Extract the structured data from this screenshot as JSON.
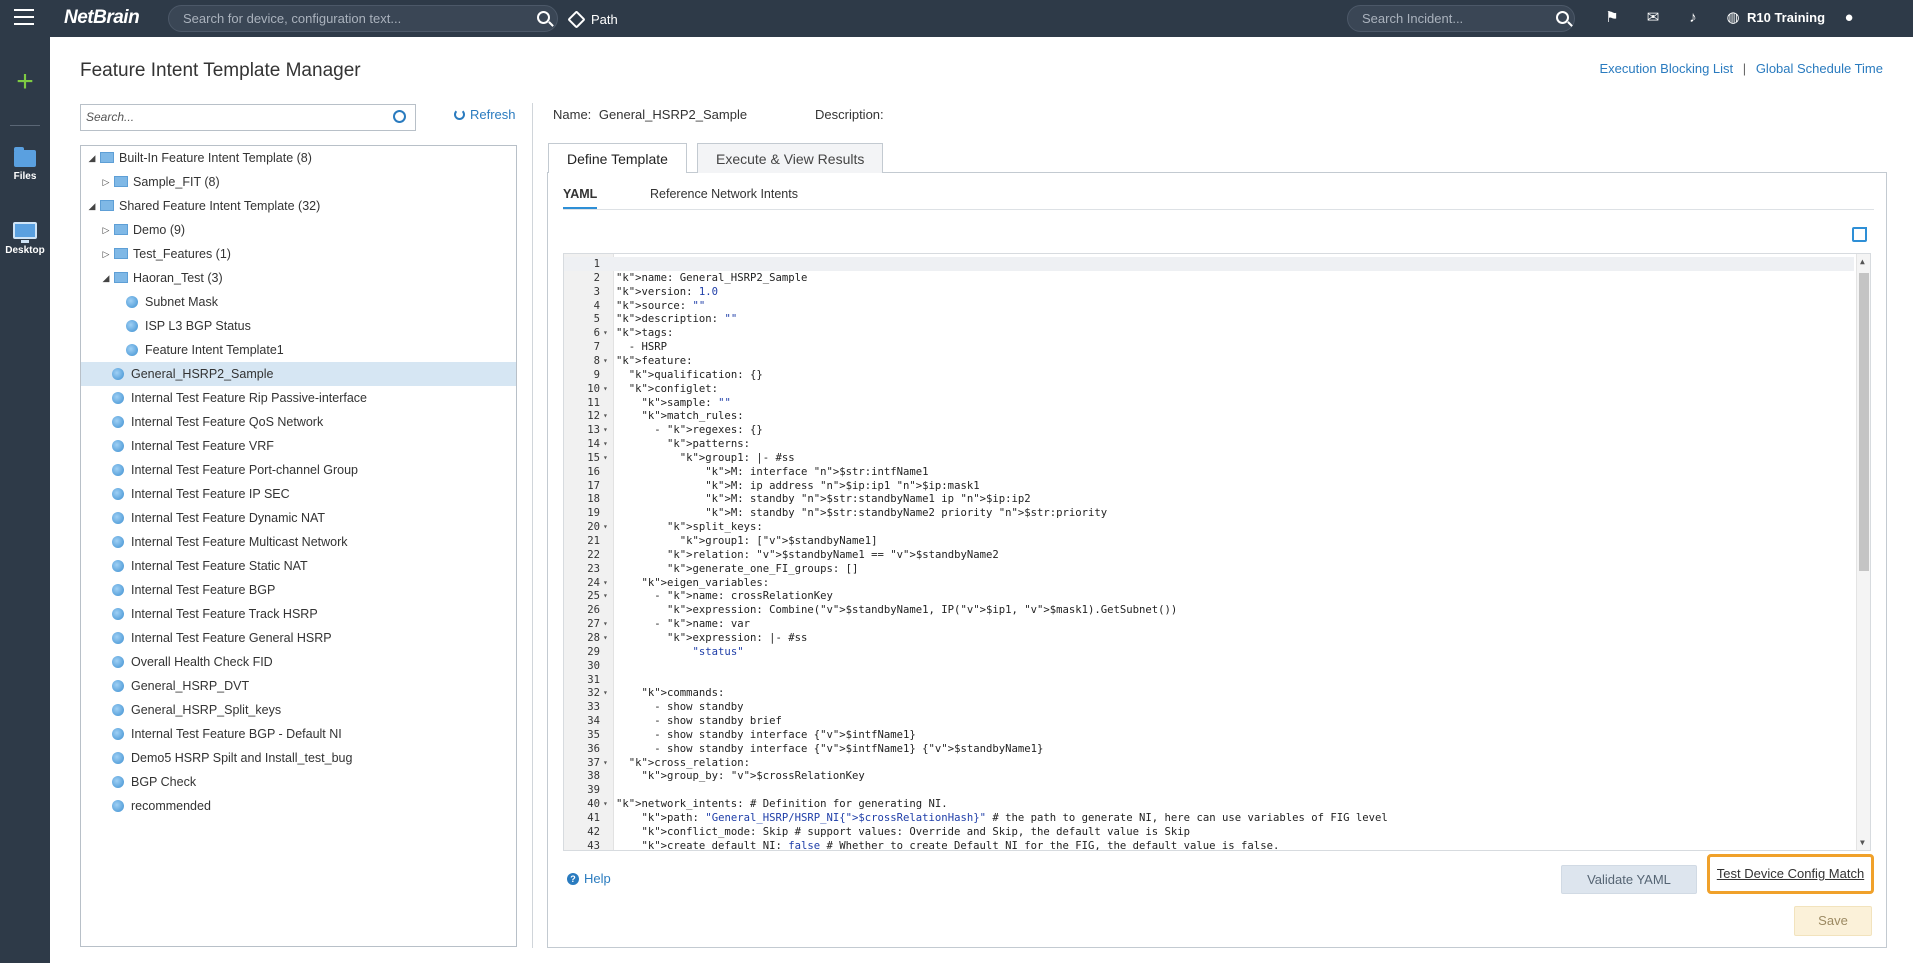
{
  "topbar": {
    "logo": "NetBrain",
    "search_placeholder": "Search for device, configuration text...",
    "path_label": "Path",
    "incident_placeholder": "Search Incident...",
    "user_label": "R10 Training"
  },
  "rail": {
    "files_label": "Files",
    "desktop_label": "Desktop"
  },
  "page": {
    "title": "Feature Intent Template Manager",
    "link_blocking": "Execution Blocking List",
    "link_separator": "|",
    "link_schedule": "Global Schedule Time"
  },
  "tree": {
    "search_placeholder": "Search...",
    "refresh_label": "Refresh",
    "rows": [
      {
        "label": "Built-In Feature Intent Template (8)",
        "type": "folder",
        "toggle": "expanded",
        "depth": 0
      },
      {
        "label": "Sample_FIT (8)",
        "type": "folder",
        "toggle": "collapsed",
        "depth": 1
      },
      {
        "label": "Shared Feature Intent Template (32)",
        "type": "folder",
        "toggle": "expanded",
        "depth": 0
      },
      {
        "label": "Demo (9)",
        "type": "folder",
        "toggle": "collapsed",
        "depth": 1
      },
      {
        "label": "Test_Features (1)",
        "type": "folder",
        "toggle": "collapsed",
        "depth": 1
      },
      {
        "label": "Haoran_Test (3)",
        "type": "folder",
        "toggle": "expanded",
        "depth": 1
      },
      {
        "label": "Subnet Mask",
        "type": "leaf",
        "depth": 2
      },
      {
        "label": "ISP L3 BGP Status",
        "type": "leaf",
        "depth": 2
      },
      {
        "label": "Feature Intent Template1",
        "type": "leaf",
        "depth": 2
      },
      {
        "label": "General_HSRP2_Sample",
        "type": "leaf",
        "depth": 1,
        "selected": true
      },
      {
        "label": "Internal Test Feature Rip Passive-interface",
        "type": "leaf",
        "depth": 1
      },
      {
        "label": "Internal Test Feature QoS Network",
        "type": "leaf",
        "depth": 1
      },
      {
        "label": "Internal Test Feature VRF",
        "type": "leaf",
        "depth": 1
      },
      {
        "label": "Internal Test Feature Port-channel Group",
        "type": "leaf",
        "depth": 1
      },
      {
        "label": "Internal Test Feature IP SEC",
        "type": "leaf",
        "depth": 1
      },
      {
        "label": "Internal Test Feature Dynamic NAT",
        "type": "leaf",
        "depth": 1
      },
      {
        "label": "Internal Test Feature Multicast Network",
        "type": "leaf",
        "depth": 1
      },
      {
        "label": "Internal Test Feature Static NAT",
        "type": "leaf",
        "depth": 1
      },
      {
        "label": "Internal Test Feature BGP",
        "type": "leaf",
        "depth": 1
      },
      {
        "label": "Internal Test Feature Track HSRP",
        "type": "leaf",
        "depth": 1
      },
      {
        "label": "Internal Test Feature General HSRP",
        "type": "leaf",
        "depth": 1
      },
      {
        "label": "Overall Health Check FID",
        "type": "leaf",
        "depth": 1
      },
      {
        "label": "General_HSRP_DVT",
        "type": "leaf",
        "depth": 1
      },
      {
        "label": "General_HSRP_Split_keys",
        "type": "leaf",
        "depth": 1
      },
      {
        "label": "Internal Test Feature BGP - Default NI",
        "type": "leaf",
        "depth": 1
      },
      {
        "label": "Demo5 HSRP Spilt and Install_test_bug",
        "type": "leaf",
        "depth": 1
      },
      {
        "label": "BGP Check",
        "type": "leaf",
        "depth": 1
      },
      {
        "label": "recommended",
        "type": "leaf",
        "depth": 1
      }
    ]
  },
  "editor_panel": {
    "name_label": "Name:",
    "name_value": "General_HSRP2_Sample",
    "description_label": "Description:",
    "description_value": "",
    "tabs": [
      "Define Template",
      "Execute & View Results"
    ],
    "sub_tabs": [
      "YAML",
      "Reference Network Intents"
    ],
    "help_label": "Help",
    "validate_label": "Validate YAML",
    "test_label": "Test Device Config Match",
    "save_label": "Save"
  },
  "code": {
    "lines": [
      {
        "n": "1",
        "fold": "",
        "text": ""
      },
      {
        "n": "2",
        "fold": "",
        "text": "name: General_HSRP2_Sample"
      },
      {
        "n": "3",
        "fold": "",
        "text": "version: 1.0"
      },
      {
        "n": "4",
        "fold": "",
        "text": "source: \"\""
      },
      {
        "n": "5",
        "fold": "",
        "text": "description: \"\""
      },
      {
        "n": "6",
        "fold": "▾",
        "text": "tags:"
      },
      {
        "n": "7",
        "fold": "",
        "text": "  - HSRP"
      },
      {
        "n": "8",
        "fold": "▾",
        "text": "feature:"
      },
      {
        "n": "9",
        "fold": "",
        "text": "  qualification: {}"
      },
      {
        "n": "10",
        "fold": "▾",
        "text": "  configlet:"
      },
      {
        "n": "11",
        "fold": "",
        "text": "    sample: \"\""
      },
      {
        "n": "12",
        "fold": "▾",
        "text": "    match_rules:"
      },
      {
        "n": "13",
        "fold": "▾",
        "text": "      - regexes: {}"
      },
      {
        "n": "14",
        "fold": "▾",
        "text": "        patterns:"
      },
      {
        "n": "15",
        "fold": "▾",
        "text": "          group1: |- #ss"
      },
      {
        "n": "16",
        "fold": "",
        "text": "              M: interface $str:intfName1"
      },
      {
        "n": "17",
        "fold": "",
        "text": "              M: ip address $ip:ip1 $ip:mask1"
      },
      {
        "n": "18",
        "fold": "",
        "text": "              M: standby $str:standbyName1 ip $ip:ip2"
      },
      {
        "n": "19",
        "fold": "",
        "text": "              M: standby $str:standbyName2 priority $str:priority"
      },
      {
        "n": "20",
        "fold": "▾",
        "text": "        split_keys:"
      },
      {
        "n": "21",
        "fold": "",
        "text": "          group1: [$standbyName1]"
      },
      {
        "n": "22",
        "fold": "",
        "text": "        relation: $standbyName1 == $standbyName2"
      },
      {
        "n": "23",
        "fold": "",
        "text": "        generate_one_FI_groups: []"
      },
      {
        "n": "24",
        "fold": "▾",
        "text": "    eigen_variables:"
      },
      {
        "n": "25",
        "fold": "▾",
        "text": "      - name: crossRelationKey"
      },
      {
        "n": "26",
        "fold": "",
        "text": "        expression: Combine($standbyName1, IP($ip1, $mask1).GetSubnet())"
      },
      {
        "n": "27",
        "fold": "▾",
        "text": "      - name: var"
      },
      {
        "n": "28",
        "fold": "▾",
        "text": "        expression: |- #ss"
      },
      {
        "n": "29",
        "fold": "",
        "text": "            \"status\""
      },
      {
        "n": "30",
        "fold": "",
        "text": ""
      },
      {
        "n": "31",
        "fold": "",
        "text": ""
      },
      {
        "n": "32",
        "fold": "▾",
        "text": "    commands:"
      },
      {
        "n": "33",
        "fold": "",
        "text": "      - show standby"
      },
      {
        "n": "34",
        "fold": "",
        "text": "      - show standby brief"
      },
      {
        "n": "35",
        "fold": "",
        "text": "      - show standby interface {$intfName1}"
      },
      {
        "n": "36",
        "fold": "",
        "text": "      - show standby interface {$intfName1} {$standbyName1}"
      },
      {
        "n": "37",
        "fold": "▾",
        "text": "  cross_relation:"
      },
      {
        "n": "38",
        "fold": "",
        "text": "    group_by: $crossRelationKey"
      },
      {
        "n": "39",
        "fold": "",
        "text": ""
      },
      {
        "n": "40",
        "fold": "▾",
        "text": "network_intents: # Definition for generating NI."
      },
      {
        "n": "41",
        "fold": "",
        "text": "    path: \"General_HSRP/HSRP_NI{$crossRelationHash}\" # the path to generate NI, here can use variables of FIG level"
      },
      {
        "n": "42",
        "fold": "",
        "text": "    conflict_mode: Skip # support values: Override and Skip, the default value is Skip"
      },
      {
        "n": "43",
        "fold": "",
        "text": "    create_default_NI: false # Whether to create Default NI for the FIG, the default value is false."
      }
    ]
  },
  "colors": {
    "topbar": "#2e3a48",
    "link": "#2a7bbf",
    "selected_row": "#d6e6f3",
    "highlight_border": "#f0a12a"
  }
}
